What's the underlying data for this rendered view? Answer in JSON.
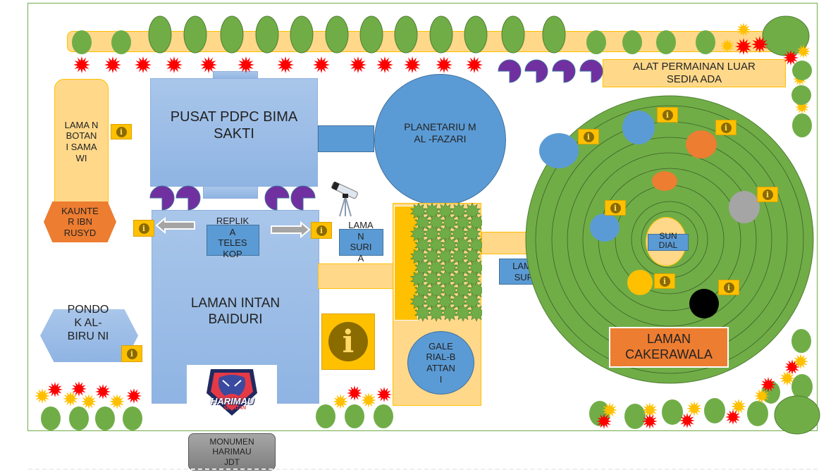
{
  "labels": {
    "outdoor_play": "ALAT PERMAINAN LUAR SEDIA ADA",
    "botanical_garden": "LAMA N BOTAN I SAMA WI",
    "counter": "KAUNTE R IBN RUSYD",
    "pdpc_center": "PUSAT PDPC BIMA SAKTI",
    "planetarium": "PLANETARIU M AL -FAZARI",
    "telescope_replica": "REPLIK A TELES KOP",
    "solar_garden_small": "LAMA N SURI A",
    "solar_garden": "LAMAN SURIA",
    "intan_baiduri": "LAMAN INTAN BAIDURI",
    "pondok": "PONDO K AL-BIRU NI",
    "gallery": "GALE RIAL-B ATTAN I",
    "sundial": "SUN DIAL",
    "cakerawala": "LAMAN CAKERAWALA",
    "monument": "MONUMEN HARIMAU JDT",
    "logo_text": "HARIMAU",
    "logo_subtext": "SELATAN"
  },
  "info_glyph": "i",
  "colors": {
    "frame": "#70ad47",
    "path": "#ffd88a",
    "path_border": "#ffc000",
    "building": "#9dbde6",
    "blue": "#5b9bd5",
    "orange": "#ed7d31",
    "purple": "#7030a0",
    "tree": "#70ad47",
    "flower_red": "#ff0000",
    "flower_yellow": "#ffc000",
    "info": "#ffc000",
    "monument": "#7f7f7f"
  }
}
